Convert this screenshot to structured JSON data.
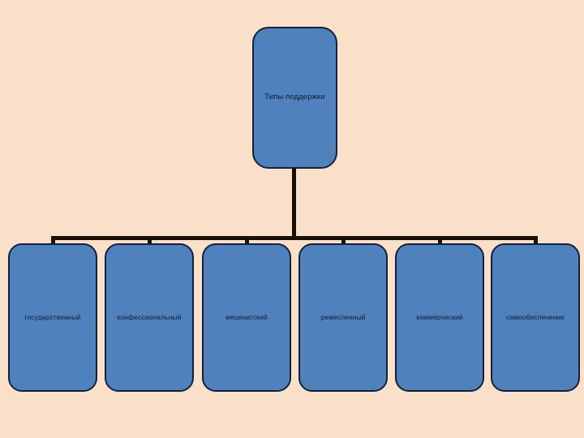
{
  "slide": {
    "title": "Типы поддержки",
    "background_color": "#fae0c8",
    "node_fill_color": "#4f81bd",
    "node_border_color": "#14213d",
    "connector_color": "#1a1008",
    "text_color": "#111a2e"
  },
  "diagram": {
    "type": "organization-chart",
    "root": {
      "label": "Типы поддержки"
    },
    "children": [
      {
        "label": "государственный"
      },
      {
        "label": "конфессиональный"
      },
      {
        "label": "меценатский"
      },
      {
        "label": "ремесленный"
      },
      {
        "label": "коммерческий"
      },
      {
        "label": "самообеспечение"
      }
    ]
  }
}
